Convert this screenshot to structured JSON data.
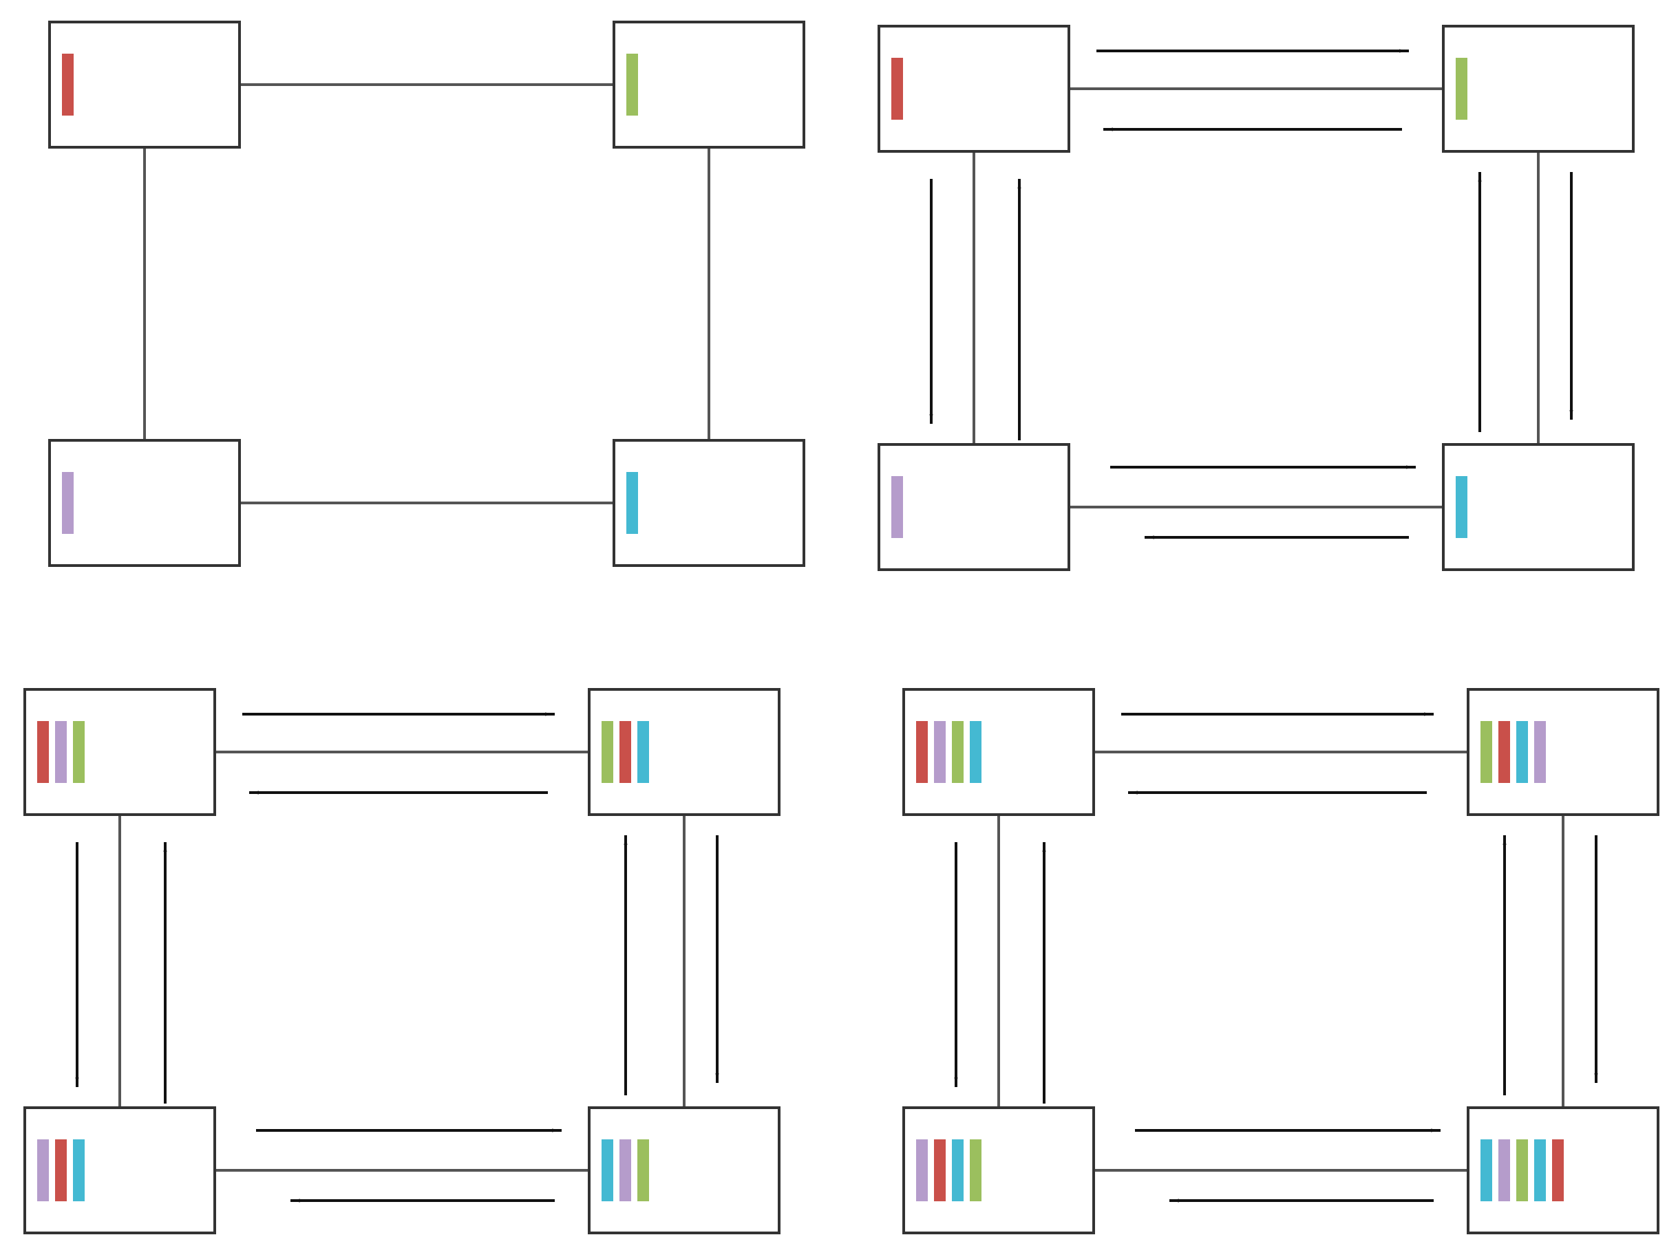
{
  "colors": {
    "red": "#c9504a",
    "green": "#9bbf5e",
    "purple": "#b59ccb",
    "cyan": "#44b9d2",
    "box_stroke": "#333333",
    "link_stroke": "#555555",
    "arrow": "#111111"
  },
  "panels": [
    {
      "id": "panel-1",
      "arrows": false,
      "nodes": [
        {
          "pos": "top-left",
          "bars": [
            "red"
          ]
        },
        {
          "pos": "top-right",
          "bars": [
            "green"
          ]
        },
        {
          "pos": "bottom-left",
          "bars": [
            "purple"
          ]
        },
        {
          "pos": "bottom-right",
          "bars": [
            "cyan"
          ]
        }
      ]
    },
    {
      "id": "panel-2",
      "arrows": true,
      "nodes": [
        {
          "pos": "top-left",
          "bars": [
            "red"
          ]
        },
        {
          "pos": "top-right",
          "bars": [
            "green"
          ]
        },
        {
          "pos": "bottom-left",
          "bars": [
            "purple"
          ]
        },
        {
          "pos": "bottom-right",
          "bars": [
            "cyan"
          ]
        }
      ]
    },
    {
      "id": "panel-3",
      "arrows": true,
      "nodes": [
        {
          "pos": "top-left",
          "bars": [
            "red",
            "purple",
            "green"
          ]
        },
        {
          "pos": "top-right",
          "bars": [
            "green",
            "red",
            "cyan"
          ]
        },
        {
          "pos": "bottom-left",
          "bars": [
            "purple",
            "red",
            "cyan"
          ]
        },
        {
          "pos": "bottom-right",
          "bars": [
            "cyan",
            "purple",
            "green"
          ]
        }
      ]
    },
    {
      "id": "panel-4",
      "arrows": true,
      "nodes": [
        {
          "pos": "top-left",
          "bars": [
            "red",
            "purple",
            "green",
            "cyan"
          ]
        },
        {
          "pos": "top-right",
          "bars": [
            "green",
            "red",
            "cyan",
            "purple"
          ]
        },
        {
          "pos": "bottom-left",
          "bars": [
            "purple",
            "red",
            "cyan",
            "green"
          ]
        },
        {
          "pos": "bottom-right",
          "bars": [
            "cyan",
            "purple",
            "green",
            "cyan",
            "red"
          ]
        }
      ]
    }
  ]
}
